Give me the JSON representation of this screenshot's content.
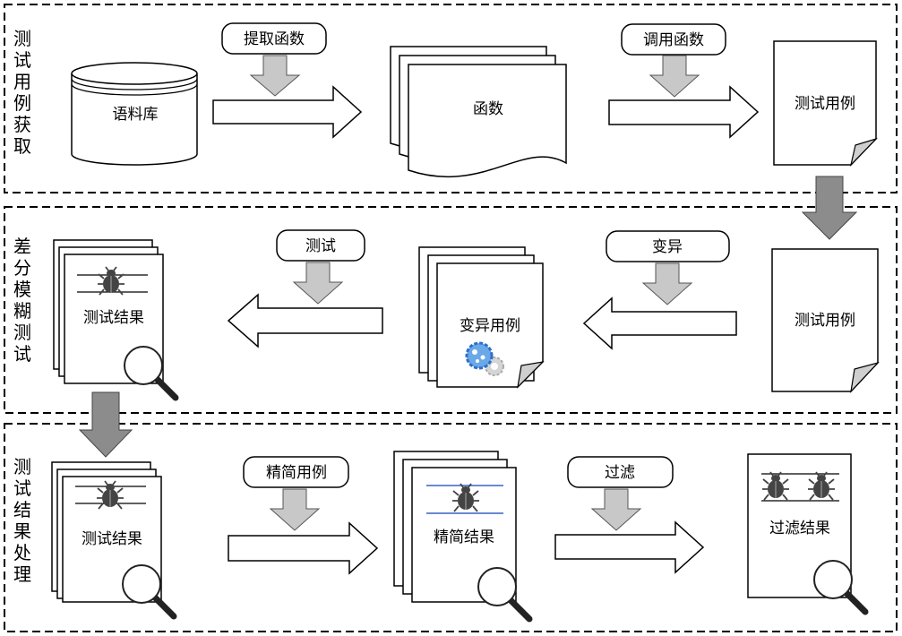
{
  "sections": [
    {
      "title": "测试用例获取"
    },
    {
      "title": "差分模糊测试"
    },
    {
      "title": "测试结果处理"
    }
  ],
  "nodes": {
    "corpus": "语料库",
    "functions": "函数",
    "testcase1": "测试用例",
    "testcase2": "测试用例",
    "mutated": "变异用例",
    "results1": "测试结果",
    "results2": "测试结果",
    "reduced": "精简结果",
    "filtered": "过滤结果"
  },
  "steps": {
    "extract": "提取函数",
    "call": "调用函数",
    "mutate": "变异",
    "test": "测试",
    "reduce": "精简用例",
    "filter": "过滤"
  }
}
